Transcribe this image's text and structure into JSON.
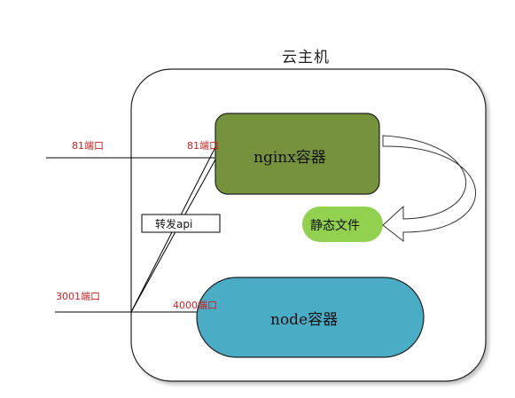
{
  "host": {
    "title": "云主机"
  },
  "nginx": {
    "label": "nginx容器",
    "color": "#76923c"
  },
  "node": {
    "label": "node容器",
    "color": "#4bacc6"
  },
  "static": {
    "label": "静态文件",
    "color": "#92d050"
  },
  "forward": {
    "label": "转发api"
  },
  "ports": {
    "external_81": "81端口",
    "nginx_81": "81端口",
    "external_3001": "3001端口",
    "node_4000": "4000端口"
  }
}
